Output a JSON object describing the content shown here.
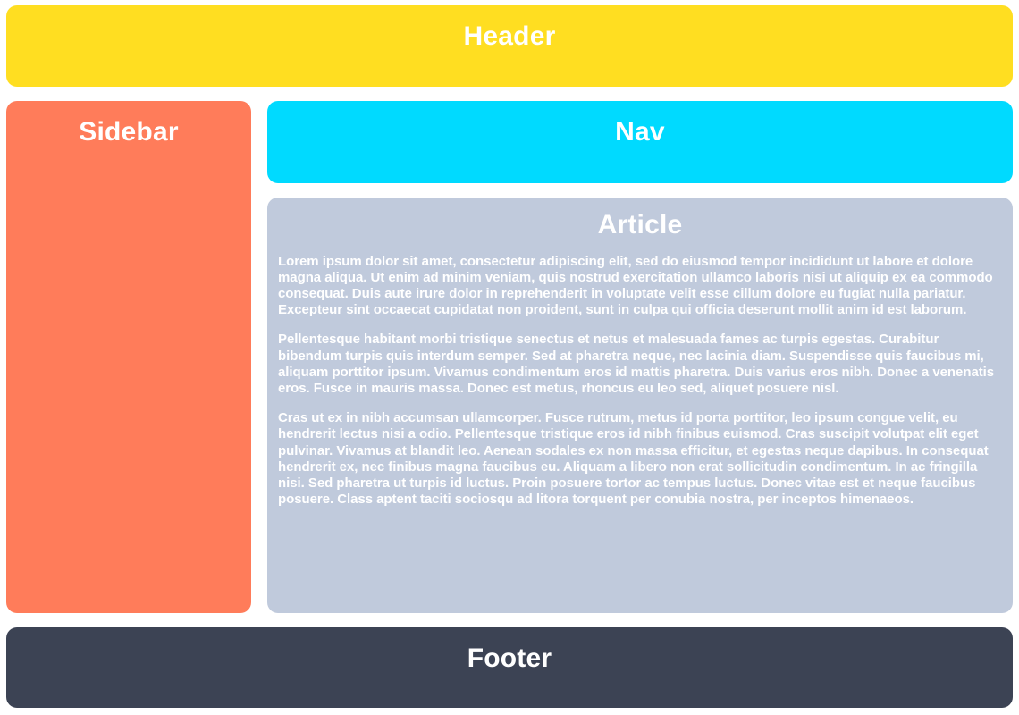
{
  "header": {
    "title": "Header",
    "color": "#FFDE21"
  },
  "sidebar": {
    "title": "Sidebar",
    "color": "#FF7C5A"
  },
  "nav": {
    "title": "Nav",
    "color": "#00DAFF"
  },
  "article": {
    "title": "Article",
    "color": "#C0CADC",
    "paragraphs": [
      "Lorem ipsum dolor sit amet, consectetur adipiscing elit, sed do eiusmod tempor incididunt ut labore et dolore magna aliqua. Ut enim ad minim veniam, quis nostrud exercitation ullamco laboris nisi ut aliquip ex ea commodo consequat. Duis aute irure dolor in reprehenderit in voluptate velit esse cillum dolore eu fugiat nulla pariatur. Excepteur sint occaecat cupidatat non proident, sunt in culpa qui officia deserunt mollit anim id est laborum.",
      "Pellentesque habitant morbi tristique senectus et netus et malesuada fames ac turpis egestas. Curabitur bibendum turpis quis interdum semper. Sed at pharetra neque, nec lacinia diam. Suspendisse quis faucibus mi, aliquam porttitor ipsum. Vivamus condimentum eros id mattis pharetra. Duis varius eros nibh. Donec a venenatis eros. Fusce in mauris massa. Donec est metus, rhoncus eu leo sed, aliquet posuere nisl.",
      "Cras ut ex in nibh accumsan ullamcorper. Fusce rutrum, metus id porta porttitor, leo ipsum congue velit, eu hendrerit lectus nisi a odio. Pellentesque tristique eros id nibh finibus euismod. Cras suscipit volutpat elit eget pulvinar. Vivamus at blandit leo. Aenean sodales ex non massa efficitur, et egestas neque dapibus. In consequat hendrerit ex, nec finibus magna faucibus eu. Aliquam a libero non erat sollicitudin condimentum. In ac fringilla nisi. Sed pharetra ut turpis id luctus. Proin posuere tortor ac tempus luctus. Donec vitae est et neque faucibus posuere. Class aptent taciti sociosqu ad litora torquent per conubia nostra, per inceptos himenaeos."
    ]
  },
  "footer": {
    "title": "Footer",
    "color": "#3C4354"
  }
}
